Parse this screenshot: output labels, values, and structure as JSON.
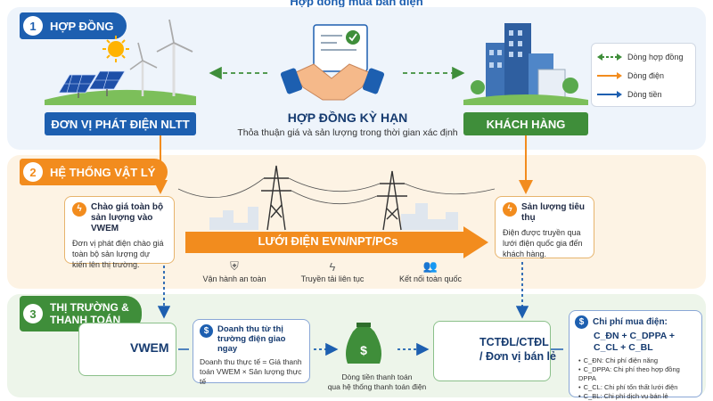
{
  "top_title": "Hợp đồng mua bán điện",
  "sections": {
    "contract": {
      "num": "1",
      "label": "HỢP ĐỒNG"
    },
    "physical": {
      "num": "2",
      "label": "HỆ THỐNG VẬT LÝ"
    },
    "market": {
      "num": "3",
      "label_line1": "THỊ TRƯỜNG &",
      "label_line2": "THANH TOÁN"
    }
  },
  "generator_label": "ĐƠN VỊ PHÁT ĐIỆN NLTT",
  "customer_label": "KHÁCH HÀNG",
  "contract_title": "HỢP ĐỒNG KỲ HẠN",
  "contract_subtitle": "Thỏa thuận giá và sản lượng trong thời gian xác định",
  "legend": {
    "items": [
      {
        "label": "Dòng hợp đồng",
        "color": "#3f8e3a",
        "style": "dashed"
      },
      {
        "label": "Dòng điện",
        "color": "#f28c1e",
        "style": "solid"
      },
      {
        "label": "Dòng tiền",
        "color": "#1d5fb0",
        "style": "solid"
      }
    ]
  },
  "offer_card": {
    "title": "Chào giá toàn bộ sản lượng vào VWEM",
    "body": "Đơn vị phát điện chào giá toàn bộ sản lượng dự kiến lên thị trường."
  },
  "consumption_card": {
    "title": "Sản lượng tiêu thụ",
    "body": "Điện được truyền qua lưới điện quốc gia đến khách hàng."
  },
  "grid_label": "LƯỚI ĐIỆN EVN/NPT/PCs",
  "features": [
    {
      "icon": "shield-icon",
      "glyph": "⛨",
      "label": "Vận hành an toàn"
    },
    {
      "icon": "lightning-icon",
      "glyph": "ϟ",
      "label": "Truyền tải liên tục"
    },
    {
      "icon": "people-icon",
      "glyph": "👥",
      "label": "Kết nối toàn quốc"
    }
  ],
  "vwem_label": "VWEM",
  "revenue_card": {
    "title": "Doanh thu từ thị trường điện giao ngay",
    "body": "Doanh thu thực tế = Giá thanh toán VWEM × Sản lượng thực tế"
  },
  "payment_flow_text_line1": "Dòng tiền thanh toán",
  "payment_flow_text_line2": "qua hệ thống thanh toán điện",
  "retailer_line1": "TCTĐL/CTĐL",
  "retailer_line2": "/ Đơn vị bán lẻ",
  "cost_card": {
    "title": "Chi phí mua điện:",
    "formula_line1": "C_ĐN + C_DPPA +",
    "formula_line2": "C_CL + C_BL",
    "items": [
      "C_ĐN: Chi phí điện năng",
      "C_DPPA: Chi phí theo hợp đồng DPPA",
      "C_CL: Chi phí tổn thất lưới điện",
      "C_BL: Chi phí dịch vụ bán lẻ"
    ]
  },
  "colors": {
    "blue": "#1d5fb0",
    "orange": "#f28c1e",
    "green": "#3f8e3a"
  }
}
